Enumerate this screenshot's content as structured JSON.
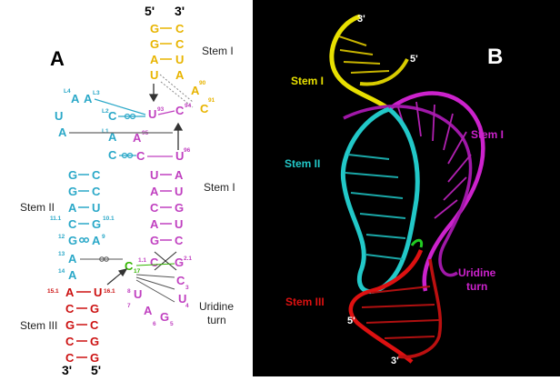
{
  "panel_a": {
    "letter": "A",
    "end5_top": "5'",
    "end3_top": "3'",
    "end3_bottom": "3'",
    "end5_bottom": "5'",
    "stem1_upper_label": "Stem I",
    "stem1_lower_label": "Stem I",
    "stem2_label": "Stem II",
    "stem3_label": "Stem III",
    "uridine_label_1": "Uridine",
    "uridine_label_2": "turn",
    "colors": {
      "stem1": "#e8b400",
      "stem1_core": "#c040c0",
      "stem2": "#2aa8c8",
      "stem3": "#cc1111",
      "c17": "#33b500"
    },
    "yellow_pairs": [
      [
        "G",
        "C"
      ],
      [
        "G",
        "C"
      ],
      [
        "A",
        "U"
      ],
      [
        "U",
        "A"
      ]
    ],
    "yellow_extra": [
      "A",
      "C"
    ],
    "yellow_extra_nums": [
      "90",
      "91"
    ],
    "loop_left": [
      "U",
      "A",
      "A"
    ],
    "loop_left_nums": [
      "L4",
      "L3",
      "L2",
      "L1"
    ],
    "l_nucs": [
      "A",
      "C",
      "C",
      "A"
    ],
    "magenta_pairs": [
      [
        "U",
        "A"
      ],
      [
        "A",
        "U"
      ],
      [
        "C",
        "G"
      ],
      [
        "A",
        "U"
      ],
      [
        "G",
        "C"
      ]
    ],
    "magenta_top": [
      "U",
      "C",
      "A",
      "C",
      "U"
    ],
    "magenta_top_nums": [
      "93",
      "94",
      "95",
      "96"
    ],
    "cyan_pairs": [
      [
        "G",
        "C"
      ],
      [
        "G",
        "C"
      ],
      [
        "A",
        "U"
      ],
      [
        "C",
        "G"
      ]
    ],
    "cyan_nums": [
      "11.1",
      "10.1",
      "12",
      "9",
      "13",
      "14"
    ],
    "cyan_extra": [
      "G",
      "A",
      "A",
      "A"
    ],
    "c17": "C",
    "c17_num": "17",
    "g21": "G",
    "g21_num": "2.1",
    "c11": "C",
    "c11_num": "1.1",
    "red_pairs": [
      [
        "A",
        "U"
      ],
      [
        "C",
        "G"
      ],
      [
        "G",
        "C"
      ],
      [
        "C",
        "G"
      ],
      [
        "C",
        "G"
      ]
    ],
    "red_nums": [
      "15.1",
      "16.1"
    ],
    "uturn": [
      "U",
      "A",
      "G",
      "U",
      "C"
    ],
    "uturn_nums": [
      "8",
      "7",
      "6",
      "5",
      "4",
      "3"
    ]
  },
  "panel_b": {
    "letter": "B",
    "label_3p_top": "3'",
    "label_5p_top": "5'",
    "label_stem1_yellow": "Stem I",
    "label_stem1_magenta": "Stem I",
    "label_stem2": "Stem II",
    "label_stem3": "Stem III",
    "label_uridine_1": "Uridine",
    "label_uridine_2": "turn",
    "label_5p_bottom": "5'",
    "label_3p_bottom": "3'",
    "colors": {
      "background": "#000000",
      "yellow": "#e8e000",
      "magenta": "#cc22cc",
      "cyan": "#22c8c8",
      "red": "#dd1111",
      "green": "#22cc22"
    }
  }
}
